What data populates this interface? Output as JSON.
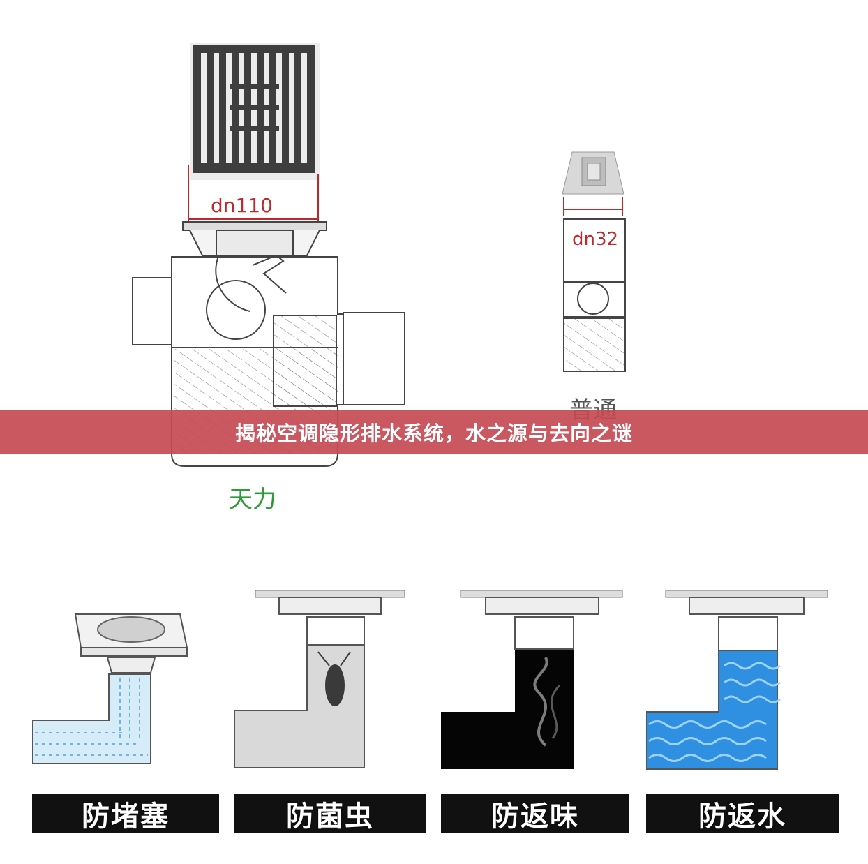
{
  "diagram": {
    "left_product": {
      "dimension_label": "dn110",
      "name": "天力"
    },
    "right_product": {
      "dimension_label": "dn32",
      "name": "普通"
    }
  },
  "banner": {
    "title": "揭秘空调隐形排水系统，水之源与去向之谜"
  },
  "features": [
    {
      "label": "防堵塞",
      "icon": "clog-prevention-icon"
    },
    {
      "label": "防菌虫",
      "icon": "insect-prevention-icon"
    },
    {
      "label": "防返味",
      "icon": "odor-prevention-icon"
    },
    {
      "label": "防返水",
      "icon": "backflow-prevention-icon"
    }
  ],
  "colors": {
    "banner_bg": "#c44a54",
    "dimension_red": "#c0282c",
    "brand_green": "#2f9a3a",
    "water_blue": "#2f8fe0",
    "caption_black": "#111111"
  }
}
